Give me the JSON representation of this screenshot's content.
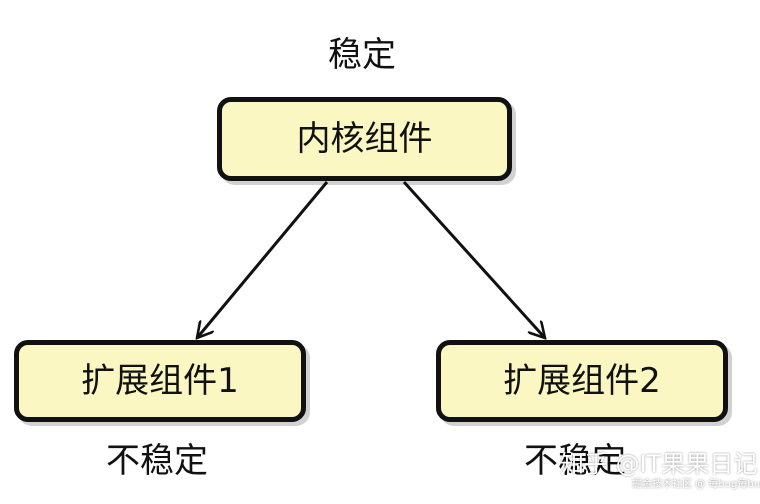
{
  "diagram": {
    "top_label": "稳定",
    "nodes": {
      "core": "内核组件",
      "ext1": "扩展组件1",
      "ext2": "扩展组件2"
    },
    "bottom_labels": {
      "left": "不稳定",
      "right": "不稳定"
    }
  },
  "watermark": {
    "main": "知乎 @IT果果日记",
    "sub": "掘金技术社区 @ 每bug每bug"
  },
  "colors": {
    "node_fill": "#fbf7c2",
    "border": "#111111",
    "text": "#111111"
  }
}
